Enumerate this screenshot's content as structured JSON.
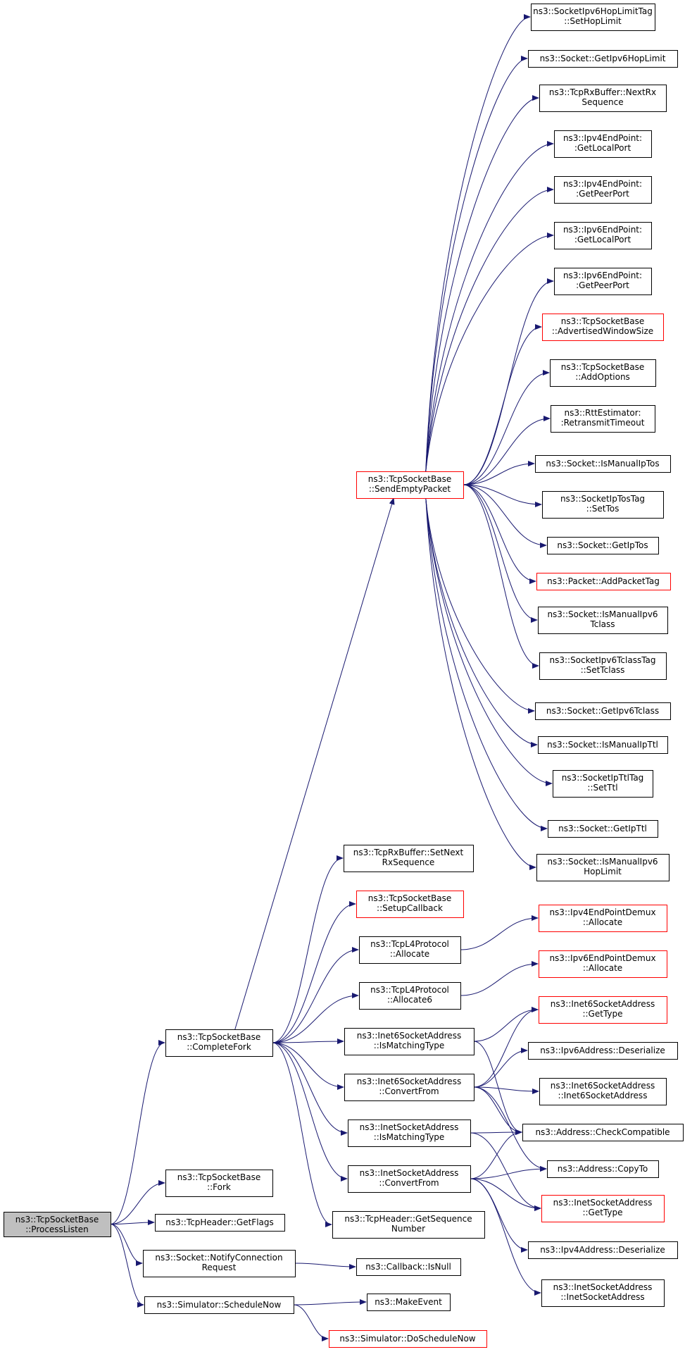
{
  "colors": {
    "edge": "#191970",
    "node_border": "#000000",
    "node_border_incomplete": "#ff0000",
    "root_fill": "#bfbfbf"
  },
  "nodes": {
    "process_listen": [
      "ns3::TcpSocketBase",
      "::ProcessListen"
    ],
    "complete_fork": [
      "ns3::TcpSocketBase",
      "::CompleteFork"
    ],
    "fork": [
      "ns3::TcpSocketBase",
      "::Fork"
    ],
    "get_flags": [
      "ns3::TcpHeader::GetFlags"
    ],
    "notify_connection_request": [
      "ns3::Socket::NotifyConnection",
      "Request"
    ],
    "schedule_now": [
      "ns3::Simulator::ScheduleNow"
    ],
    "send_empty_packet": [
      "ns3::TcpSocketBase",
      "::SendEmptyPacket"
    ],
    "set_next_rx_sequence": [
      "ns3::TcpRxBuffer::SetNext",
      "RxSequence"
    ],
    "setup_callback": [
      "ns3::TcpSocketBase",
      "::SetupCallback"
    ],
    "tcpl4_allocate": [
      "ns3::TcpL4Protocol",
      "::Allocate"
    ],
    "tcpl4_allocate6": [
      "ns3::TcpL4Protocol",
      "::Allocate6"
    ],
    "inet6_is_matching_type": [
      "ns3::Inet6SocketAddress",
      "::IsMatchingType"
    ],
    "inet6_convert_from": [
      "ns3::Inet6SocketAddress",
      "::ConvertFrom"
    ],
    "inet_is_matching_type": [
      "ns3::InetSocketAddress",
      "::IsMatchingType"
    ],
    "inet_convert_from": [
      "ns3::InetSocketAddress",
      "::ConvertFrom"
    ],
    "get_sequence_number": [
      "ns3::TcpHeader::GetSequence",
      "Number"
    ],
    "callback_is_null": [
      "ns3::Callback::IsNull"
    ],
    "make_event": [
      "ns3::MakeEvent"
    ],
    "do_schedule_now": [
      "ns3::Simulator::DoScheduleNow"
    ],
    "set_hop_limit": [
      "ns3::SocketIpv6HopLimitTag",
      "::SetHopLimit"
    ],
    "get_ipv6_hop_limit": [
      "ns3::Socket::GetIpv6HopLimit"
    ],
    "next_rx_sequence": [
      "ns3::TcpRxBuffer::NextRx",
      "Sequence"
    ],
    "ipv4_get_local_port": [
      "ns3::Ipv4EndPoint:",
      ":GetLocalPort"
    ],
    "ipv4_get_peer_port": [
      "ns3::Ipv4EndPoint:",
      ":GetPeerPort"
    ],
    "ipv6_get_local_port": [
      "ns3::Ipv6EndPoint:",
      ":GetLocalPort"
    ],
    "ipv6_get_peer_port": [
      "ns3::Ipv6EndPoint:",
      ":GetPeerPort"
    ],
    "advertised_window_size": [
      "ns3::TcpSocketBase",
      "::AdvertisedWindowSize"
    ],
    "add_options": [
      "ns3::TcpSocketBase",
      "::AddOptions"
    ],
    "retransmit_timeout": [
      "ns3::RttEstimator:",
      ":RetransmitTimeout"
    ],
    "is_manual_ip_tos": [
      "ns3::Socket::IsManualIpTos"
    ],
    "set_tos": [
      "ns3::SocketIpTosTag",
      "::SetTos"
    ],
    "get_ip_tos": [
      "ns3::Socket::GetIpTos"
    ],
    "add_packet_tag": [
      "ns3::Packet::AddPacketTag"
    ],
    "is_manual_ipv6_tclass": [
      "ns3::Socket::IsManualIpv6",
      "Tclass"
    ],
    "set_tclass": [
      "ns3::SocketIpv6TclassTag",
      "::SetTclass"
    ],
    "get_ipv6_tclass": [
      "ns3::Socket::GetIpv6Tclass"
    ],
    "is_manual_ip_ttl": [
      "ns3::Socket::IsManualIpTtl"
    ],
    "set_ttl": [
      "ns3::SocketIpTtlTag",
      "::SetTtl"
    ],
    "get_ip_ttl": [
      "ns3::Socket::GetIpTtl"
    ],
    "is_manual_ipv6_hop_limit": [
      "ns3::Socket::IsManualIpv6",
      "HopLimit"
    ],
    "ipv4_demux_allocate": [
      "ns3::Ipv4EndPointDemux",
      "::Allocate"
    ],
    "ipv6_demux_allocate": [
      "ns3::Ipv6EndPointDemux",
      "::Allocate"
    ],
    "inet6_get_type": [
      "ns3::Inet6SocketAddress",
      "::GetType"
    ],
    "ipv6_deserialize": [
      "ns3::Ipv6Address::Deserialize"
    ],
    "inet6_ctor": [
      "ns3::Inet6SocketAddress",
      "::Inet6SocketAddress"
    ],
    "check_compatible": [
      "ns3::Address::CheckCompatible"
    ],
    "copy_to": [
      "ns3::Address::CopyTo"
    ],
    "inet_get_type": [
      "ns3::InetSocketAddress",
      "::GetType"
    ],
    "ipv4_deserialize": [
      "ns3::Ipv4Address::Deserialize"
    ],
    "inet_ctor": [
      "ns3::InetSocketAddress",
      "::InetSocketAddress"
    ]
  }
}
